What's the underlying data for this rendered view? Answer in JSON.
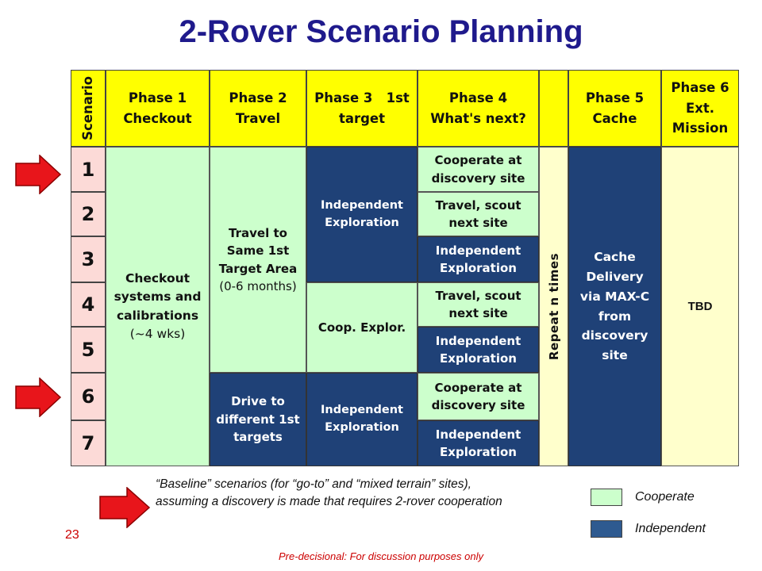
{
  "title": "2-Rover Scenario Planning",
  "header": {
    "scenario": "Scenario",
    "phase1": [
      "Phase 1",
      "Checkout"
    ],
    "phase2": [
      "Phase 2",
      "Travel"
    ],
    "phase3": [
      "Phase 3   1st",
      "target"
    ],
    "phase4": [
      "Phase 4",
      "What's next?"
    ],
    "phase5": [
      "Phase 5",
      "Cache"
    ],
    "phase6": [
      "Phase 6",
      "Ext.",
      "Mission"
    ]
  },
  "scenarios": [
    "1",
    "2",
    "3",
    "4",
    "5",
    "6",
    "7"
  ],
  "cells": {
    "checkout": [
      "Checkout",
      "systems and",
      "calibrations",
      "(~4 wks)"
    ],
    "travel_same": [
      "Travel to",
      "Same 1st",
      "Target Area",
      "(0-6 months)"
    ],
    "drive_diff": [
      "Drive to",
      "different 1st",
      "targets"
    ],
    "indep_explor": [
      "Independent",
      "Exploration"
    ],
    "coop_explor": "Coop. Explor.",
    "coop_discovery": [
      "Cooperate at",
      "discovery site"
    ],
    "travel_scout": [
      "Travel, scout",
      "next site"
    ],
    "repeat": "Repeat n times",
    "cache_delivery": [
      "Cache",
      "Delivery",
      "via MAX-C",
      "from",
      "discovery",
      "site"
    ],
    "tbd": "TBD"
  },
  "note": "“Baseline” scenarios (for “go-to” and “mixed terrain” sites), assuming  a discovery is made that requires 2-rover cooperation",
  "page_number": "23",
  "footer": "Pre-decisional:  For discussion purposes only",
  "legend": {
    "cooperate": "Cooperate",
    "independent": "Independent"
  },
  "colors": {
    "title": "#1f1a8c",
    "header_fill": "#ffff00",
    "scenario_fill": "#fcdad7",
    "cooperate_fill": "#ccffcc",
    "independent_fill": "#1f4177",
    "tbd_fill": "#ffffcc",
    "arrow": "#e8151b"
  }
}
